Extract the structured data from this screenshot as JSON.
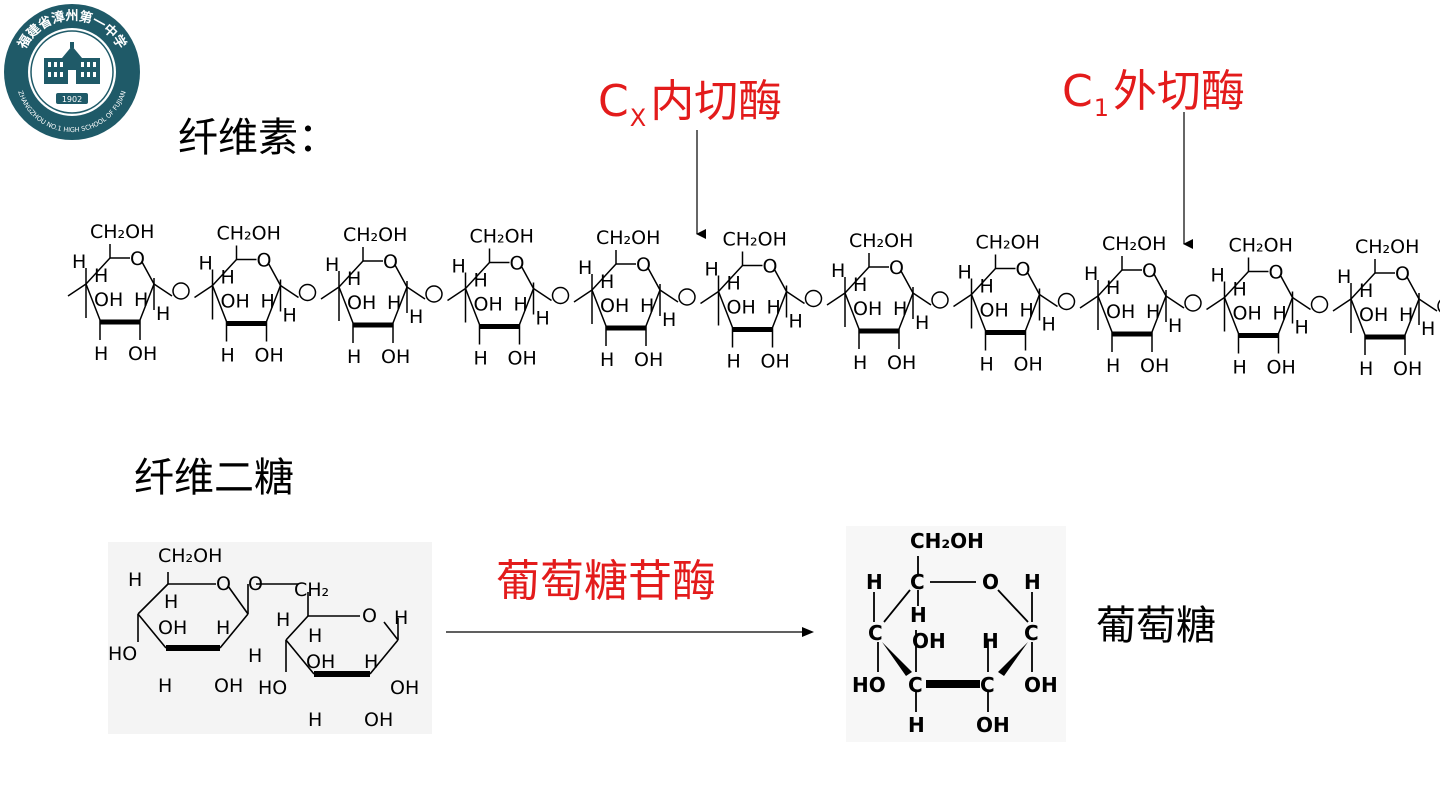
{
  "logo": {
    "school_name_cn": "福建省漳州第一中学",
    "school_name_en": "ZHANGZHOU NO.1 HIGH SCHOOL OF FUJIAN",
    "year": "1902"
  },
  "cellulose": {
    "title": "纤维素：",
    "units": 11,
    "labels": {
      "ch2oh": "CH₂OH",
      "o": "O",
      "h": "H",
      "oh": "OH"
    }
  },
  "enzymes": {
    "endo": {
      "symbol": "C",
      "subscript": "X",
      "name": "内切酶"
    },
    "exo": {
      "symbol": "C",
      "subscript": "1",
      "name": "外切酶"
    },
    "glucosidase": "葡萄糖苷酶"
  },
  "cellobiose": {
    "title": "纤维二糖",
    "labels": {
      "ch2oh": "CH₂OH",
      "ch2": "CH₂",
      "o": "O",
      "h": "H",
      "oh": "OH",
      "ho": "HO"
    }
  },
  "glucose": {
    "title": "葡萄糖",
    "labels": {
      "ch2oh": "CH₂OH",
      "c": "C",
      "o": "O",
      "h": "H",
      "oh": "OH",
      "ho": "HO"
    }
  },
  "colors": {
    "enzyme_text": "#e31b1b",
    "logo": "#1f5a68"
  }
}
